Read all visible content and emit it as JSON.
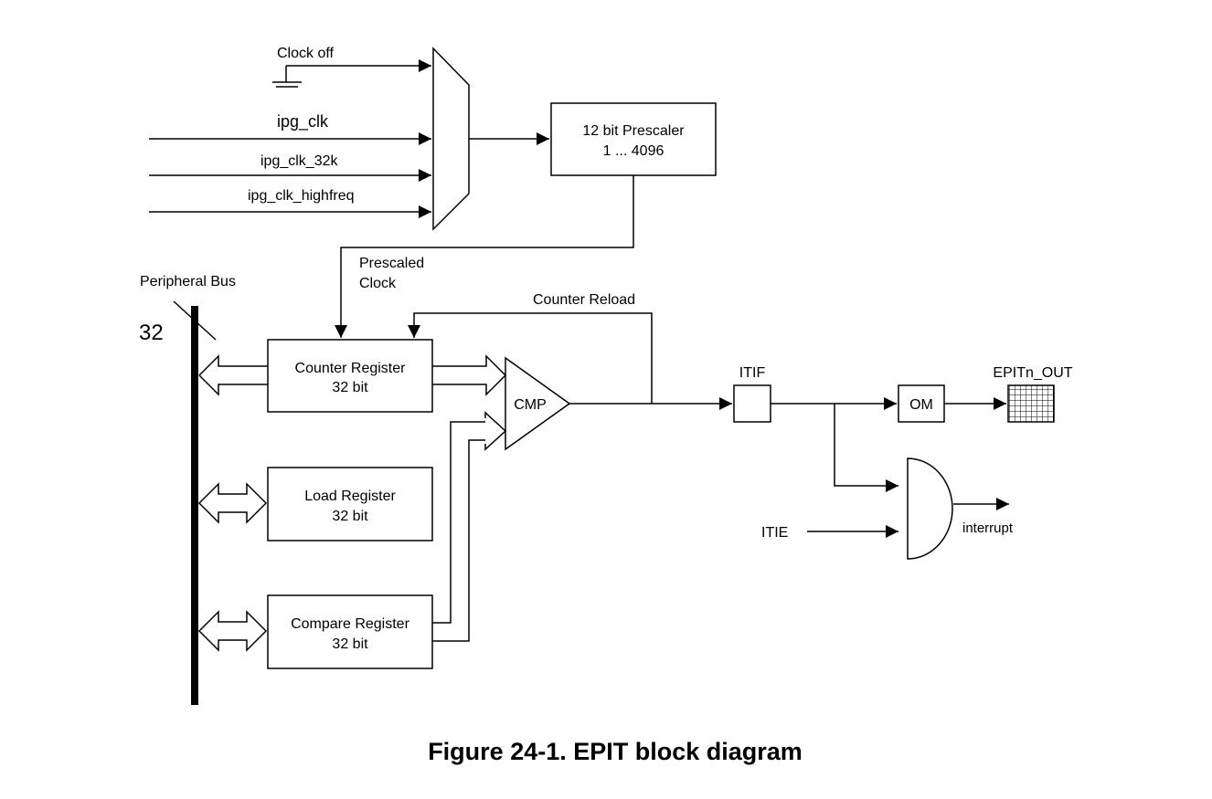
{
  "diagram": {
    "clock_off": "Clock off",
    "ipg_clk": "ipg_clk",
    "ipg_clk_32k": "ipg_clk_32k",
    "ipg_clk_highfreq": "ipg_clk_highfreq",
    "prescaler_line1": "12 bit Prescaler",
    "prescaler_line2": "1 ... 4096",
    "prescaled_clock_line1": "Prescaled",
    "prescaled_clock_line2": "Clock",
    "peripheral_bus": "Peripheral Bus",
    "bus_width": "32",
    "counter_reload": "Counter Reload",
    "counter_register_line1": "Counter Register",
    "counter_register_line2": "32 bit",
    "load_register_line1": "Load Register",
    "load_register_line2": "32 bit",
    "compare_register_line1": "Compare Register",
    "compare_register_line2": "32 bit",
    "cmp": "CMP",
    "itif": "ITIF",
    "om": "OM",
    "epit_out": "EPITn_OUT",
    "itie": "ITIE",
    "interrupt": "interrupt"
  },
  "caption": "Figure 24-1. EPIT block diagram"
}
